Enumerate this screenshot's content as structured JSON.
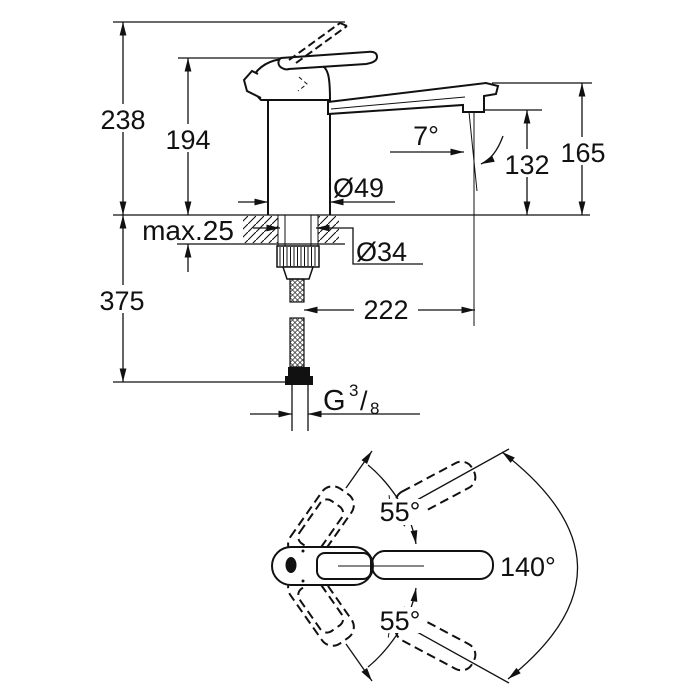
{
  "drawing": {
    "background": "#ffffff",
    "line_color": "#111111",
    "side_view": {
      "overall_height": "238",
      "lever_height": "194",
      "max_mounting_thickness": "max.25",
      "under_counter_length": "375",
      "base_diameter": "Ø49",
      "mount_hole_diameter": "Ø34",
      "spout_reach": "222",
      "spout_angle": "7°",
      "outlet_height": "132",
      "spout_tip_height": "165",
      "thread_label": {
        "prefix": "G",
        "numerator": "3",
        "slash": "/",
        "denominator": "8"
      }
    },
    "top_view": {
      "lever_swing_up": "55°",
      "lever_swing_down": "55°",
      "spout_swivel_range": "140°"
    }
  }
}
